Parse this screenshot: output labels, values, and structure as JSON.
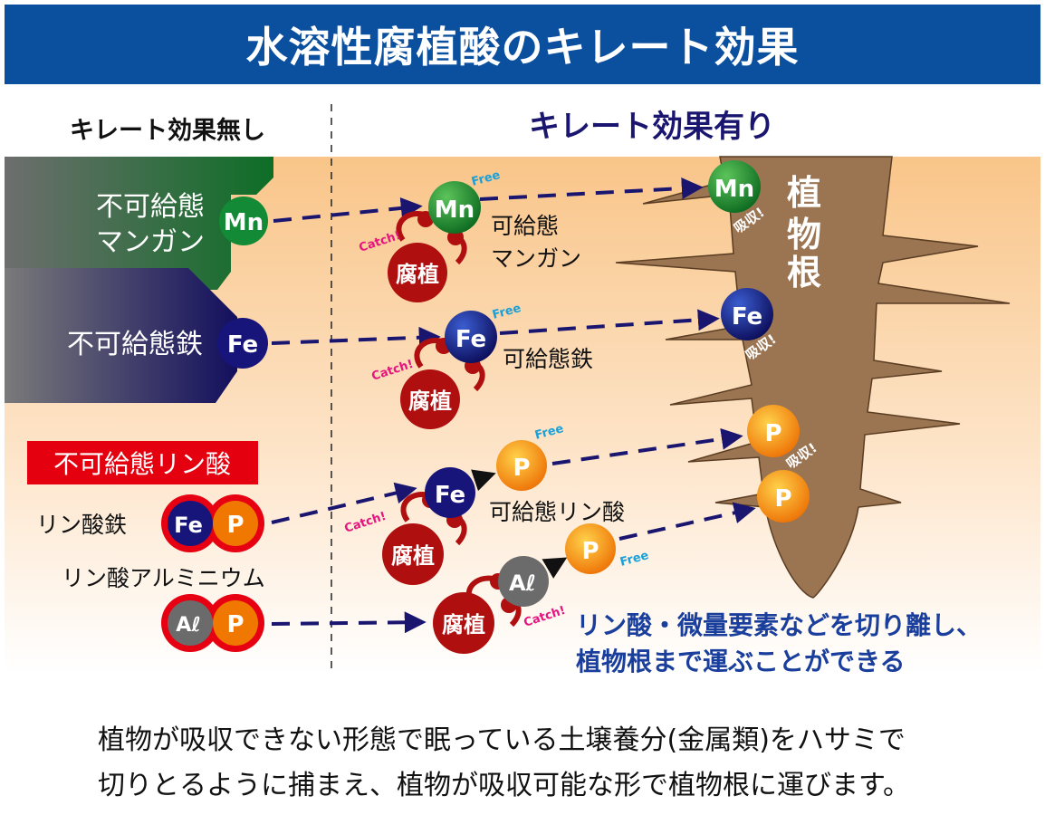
{
  "title": "水溶性腐植酸のキレート効果",
  "sections": {
    "without": "キレート効果無し",
    "with": "キレート効果有り"
  },
  "left": {
    "manganese": {
      "line1": "不可給態",
      "line2": "マンガン",
      "element": "Mn"
    },
    "iron": {
      "label": "不可給態鉄",
      "element": "Fe"
    },
    "phosphate_badge": "不可給態リン酸",
    "iron_phosphate": {
      "label": "リン酸鉄",
      "elements": [
        "Fe",
        "P"
      ]
    },
    "aluminum_phosphate": {
      "label": "リン酸アルミニウム",
      "elements": [
        "Aℓ",
        "P"
      ]
    }
  },
  "middle": {
    "humic_label": "腐植",
    "catch_label": "Catch!",
    "free_label": "Free",
    "manganese": {
      "element": "Mn",
      "line1": "可給態",
      "line2": "マンガン"
    },
    "iron": {
      "element": "Fe",
      "label": "可給態鉄"
    },
    "phosphate": {
      "label": "可給態リン酸",
      "fe": "Fe",
      "al": "Aℓ",
      "p": "P"
    }
  },
  "root": {
    "label": [
      "植",
      "物",
      "根"
    ],
    "absorb_label": "吸収!",
    "absorbed": [
      "Mn",
      "Fe",
      "P",
      "P"
    ]
  },
  "summary": {
    "line1": "リン酸・微量要素などを切り離し、",
    "line2": "植物根まで運ぶことができる"
  },
  "caption": {
    "line1": "植物が吸収できない形態で眠っている土壌養分(金属類)をハサミで",
    "line2": "切りとるように捕まえ、植物が吸収可能な形で植物根に運びます。"
  },
  "colors": {
    "header": "#0b4f9f",
    "manganese": "#1e8a2e",
    "iron": "#17147a",
    "phosphorus": "#f07800",
    "aluminum": "#6b6b6b",
    "humic": "#b00f0f",
    "root": "#9b7452",
    "arrow": "#1a1670",
    "catch": "#e6157f",
    "free": "#1aa0d8",
    "summary": "#1a3e9c"
  }
}
